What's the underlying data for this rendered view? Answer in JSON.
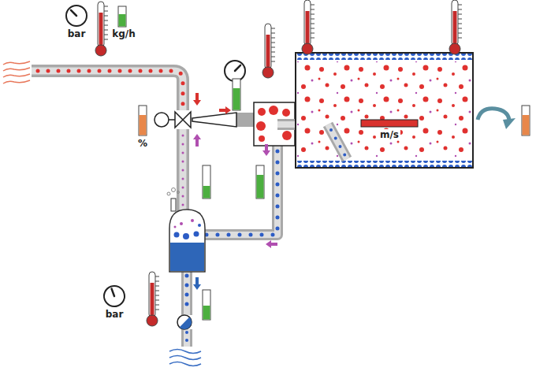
{
  "diagram": {
    "labels": [
      "bar",
      "kg/h",
      "%",
      "m/s",
      "bar"
    ]
  }
}
